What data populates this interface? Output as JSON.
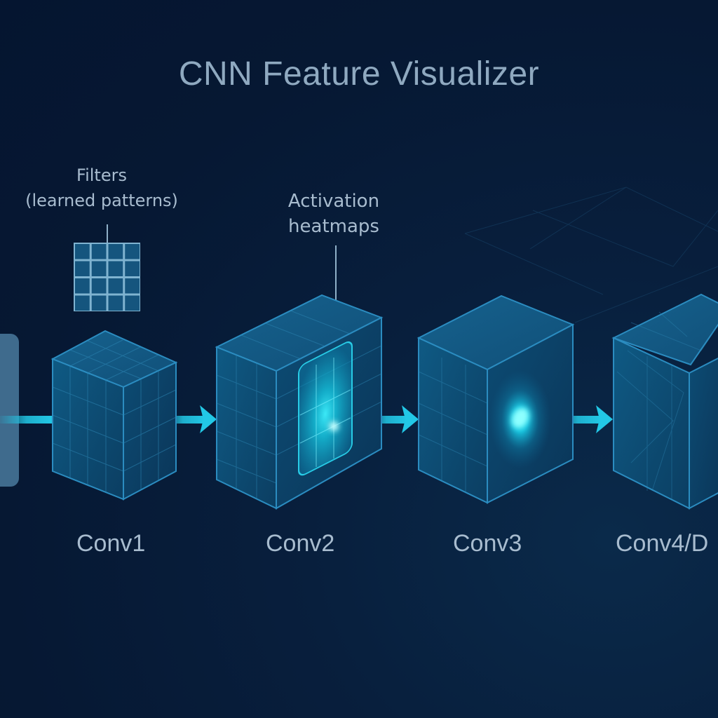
{
  "title": "CNN Feature Visualizer",
  "annotations": {
    "filters": {
      "line1": "Filters",
      "line2": "(learned patterns)"
    },
    "activation": {
      "line1": "Activation",
      "line2": "heatmaps"
    }
  },
  "layers": [
    {
      "id": "input",
      "label": ""
    },
    {
      "id": "conv1",
      "label": "Conv1"
    },
    {
      "id": "conv2",
      "label": "Conv2"
    },
    {
      "id": "conv3",
      "label": "Conv3"
    },
    {
      "id": "conv4",
      "label": "Conv4/D"
    }
  ],
  "filter_grid": {
    "rows": 4,
    "cols": 4
  },
  "colors": {
    "background": "#061833",
    "cube_face": "#0e4a70",
    "cube_edge": "#2b8cc0",
    "arrow": "#22c8e6",
    "activation_glow": "#1de9ff",
    "text": "#a8bccf",
    "title": "#8fa9c0"
  }
}
